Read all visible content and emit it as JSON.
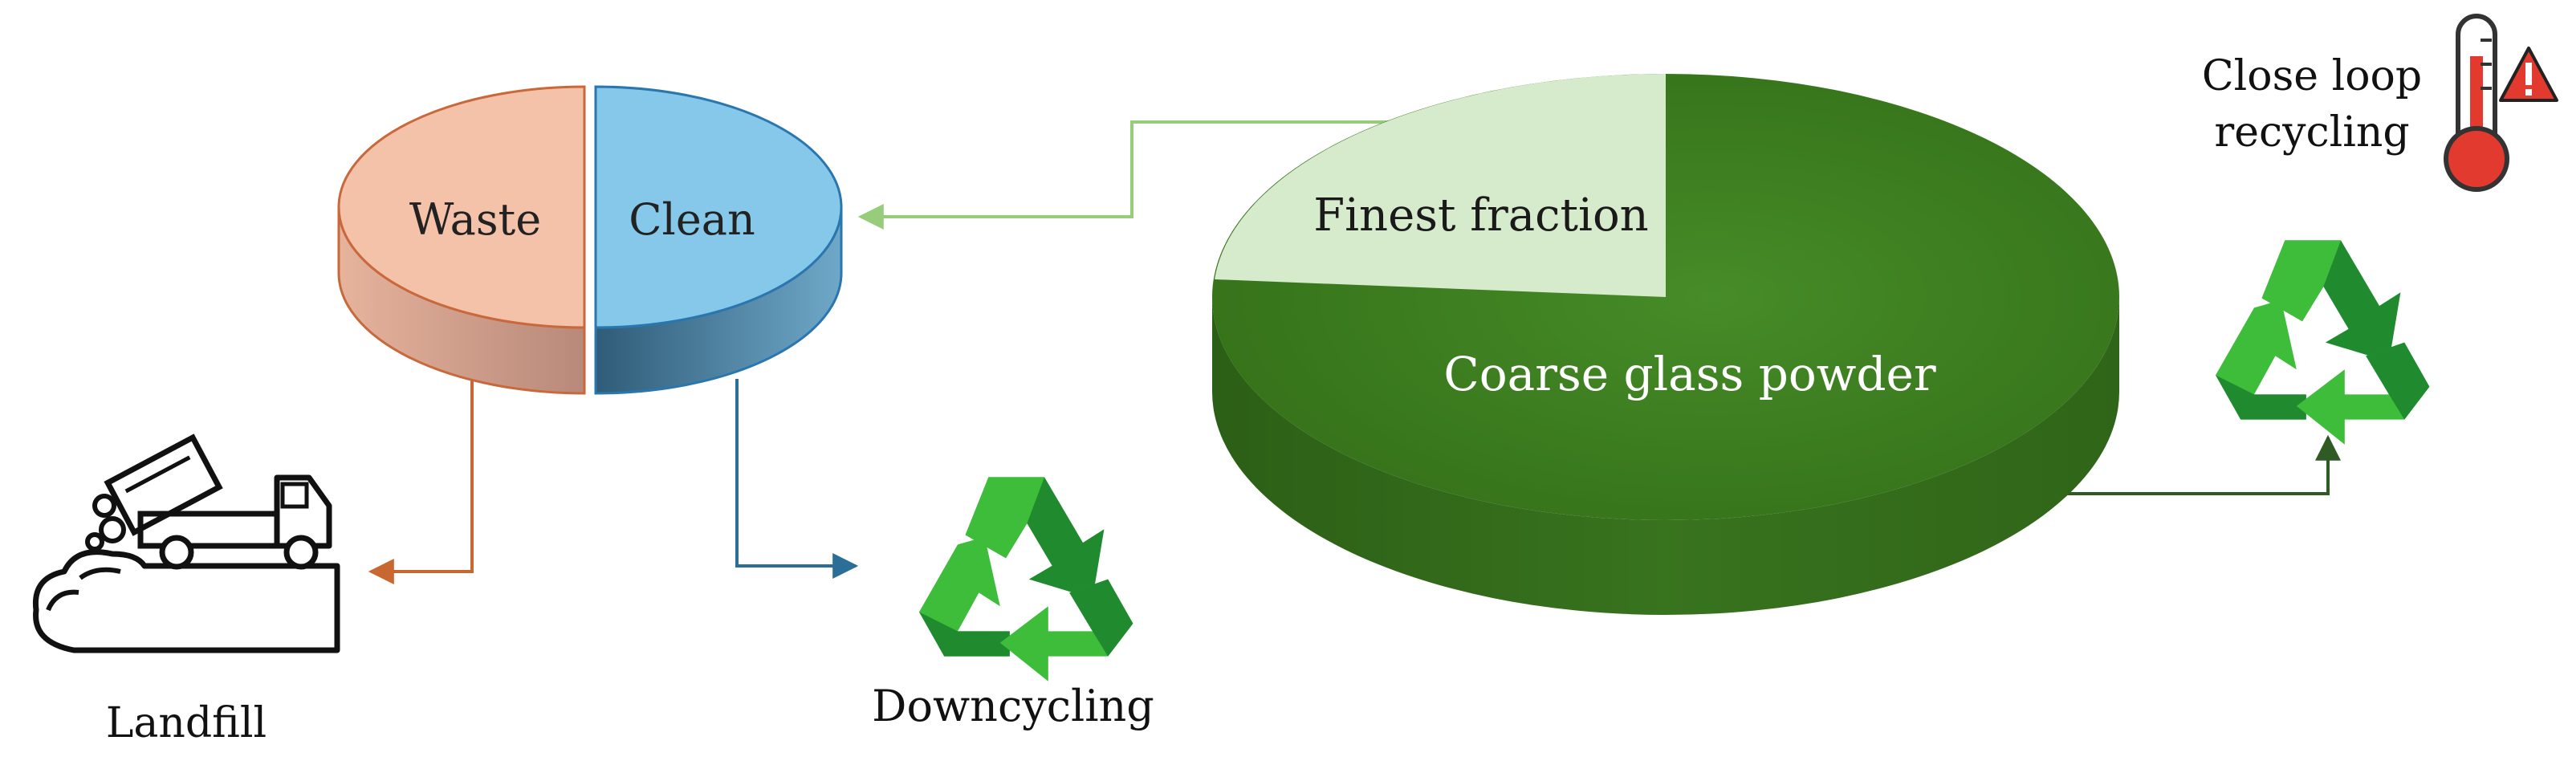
{
  "labels": {
    "waste": "Waste",
    "clean": "Clean",
    "finest_fraction": "Finest fraction",
    "coarse_glass_powder": "Coarse glass powder",
    "landfill": "Landfill",
    "downcycling": "Downcycling",
    "close_loop_line1": "Close loop",
    "close_loop_line2": "recycling"
  },
  "icons": {
    "landfill": "dump-truck-icon",
    "downcycling": "recycle-icon",
    "close_loop": "recycle-icon",
    "warning": "thermometer-warning-icon"
  },
  "colors": {
    "waste_top": "#f4c1a9",
    "waste_side": "#c99a86",
    "waste_stroke": "#c9683a",
    "clean_top": "#86c8ea",
    "clean_side": "#3b6e8c",
    "clean_stroke": "#2a76ae",
    "coarse_top": "#3e7f22",
    "coarse_side": "#2f6518",
    "finest_top": "#d6ebcc",
    "finest_side": "#b5d3a6",
    "arrow_orange": "#c8672f",
    "arrow_blue": "#2b6e97",
    "arrow_lightgreen": "#97cc7a",
    "arrow_darkgreen": "#2f5a24",
    "recycle_light": "#3dbd3a",
    "recycle_dark": "#1f8a2e",
    "thermometer_red": "#e23a2e"
  }
}
